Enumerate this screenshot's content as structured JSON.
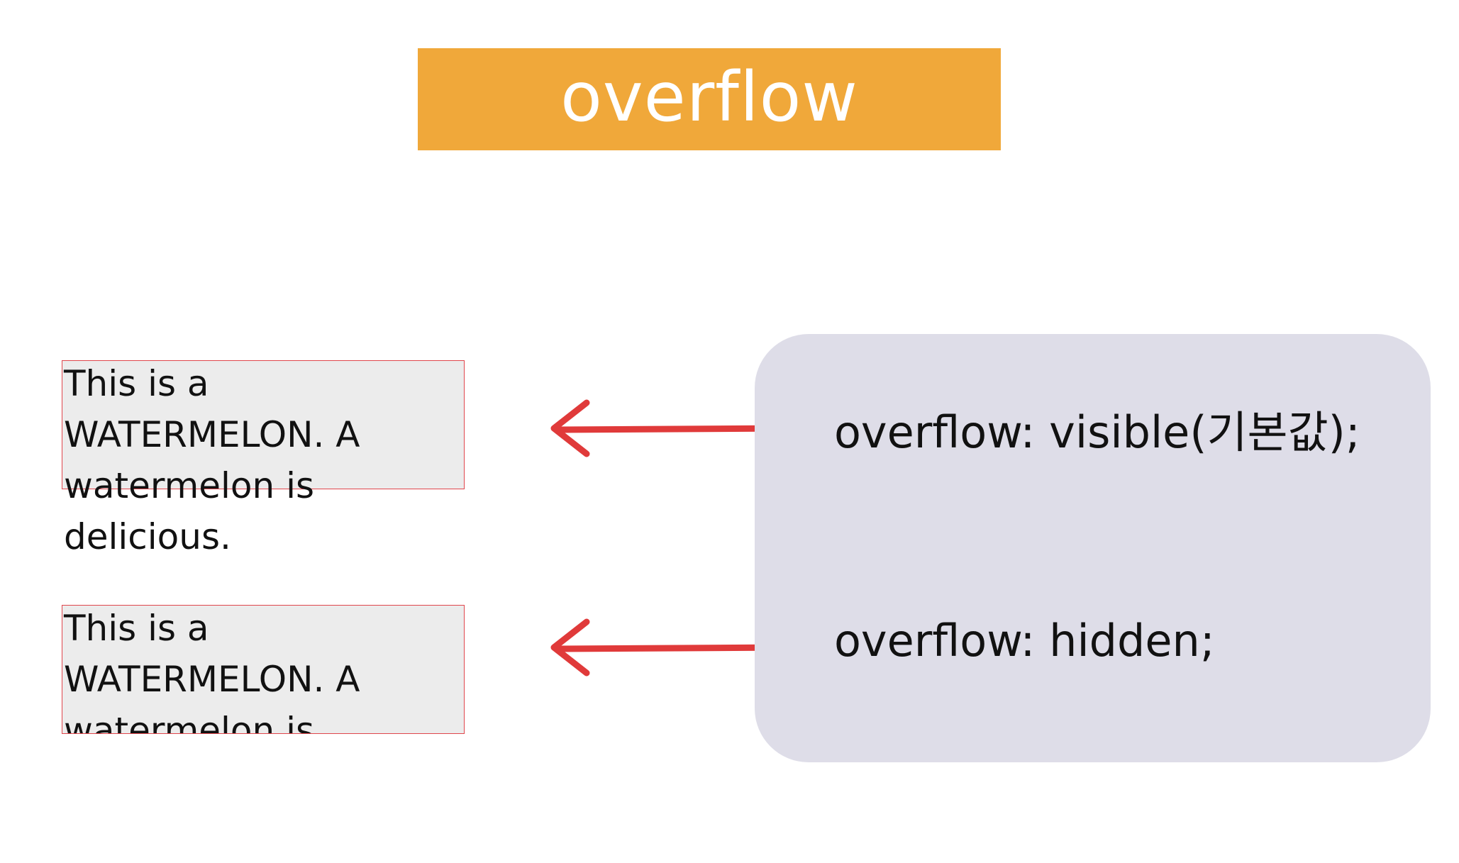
{
  "title": "overflow",
  "demo_text": "This is a WATERMELON. A watermelon is delicious.",
  "code_lines": [
    "overflow: visible(기본값);",
    "overflow: hidden;"
  ],
  "colors": {
    "banner": "#f0a83a",
    "panel": "#dedde8",
    "arrow": "#e03a3a",
    "box_border": "#e0464c",
    "box_fill": "#ececec"
  },
  "icons": [
    "left-arrow-icon",
    "left-arrow-icon"
  ]
}
